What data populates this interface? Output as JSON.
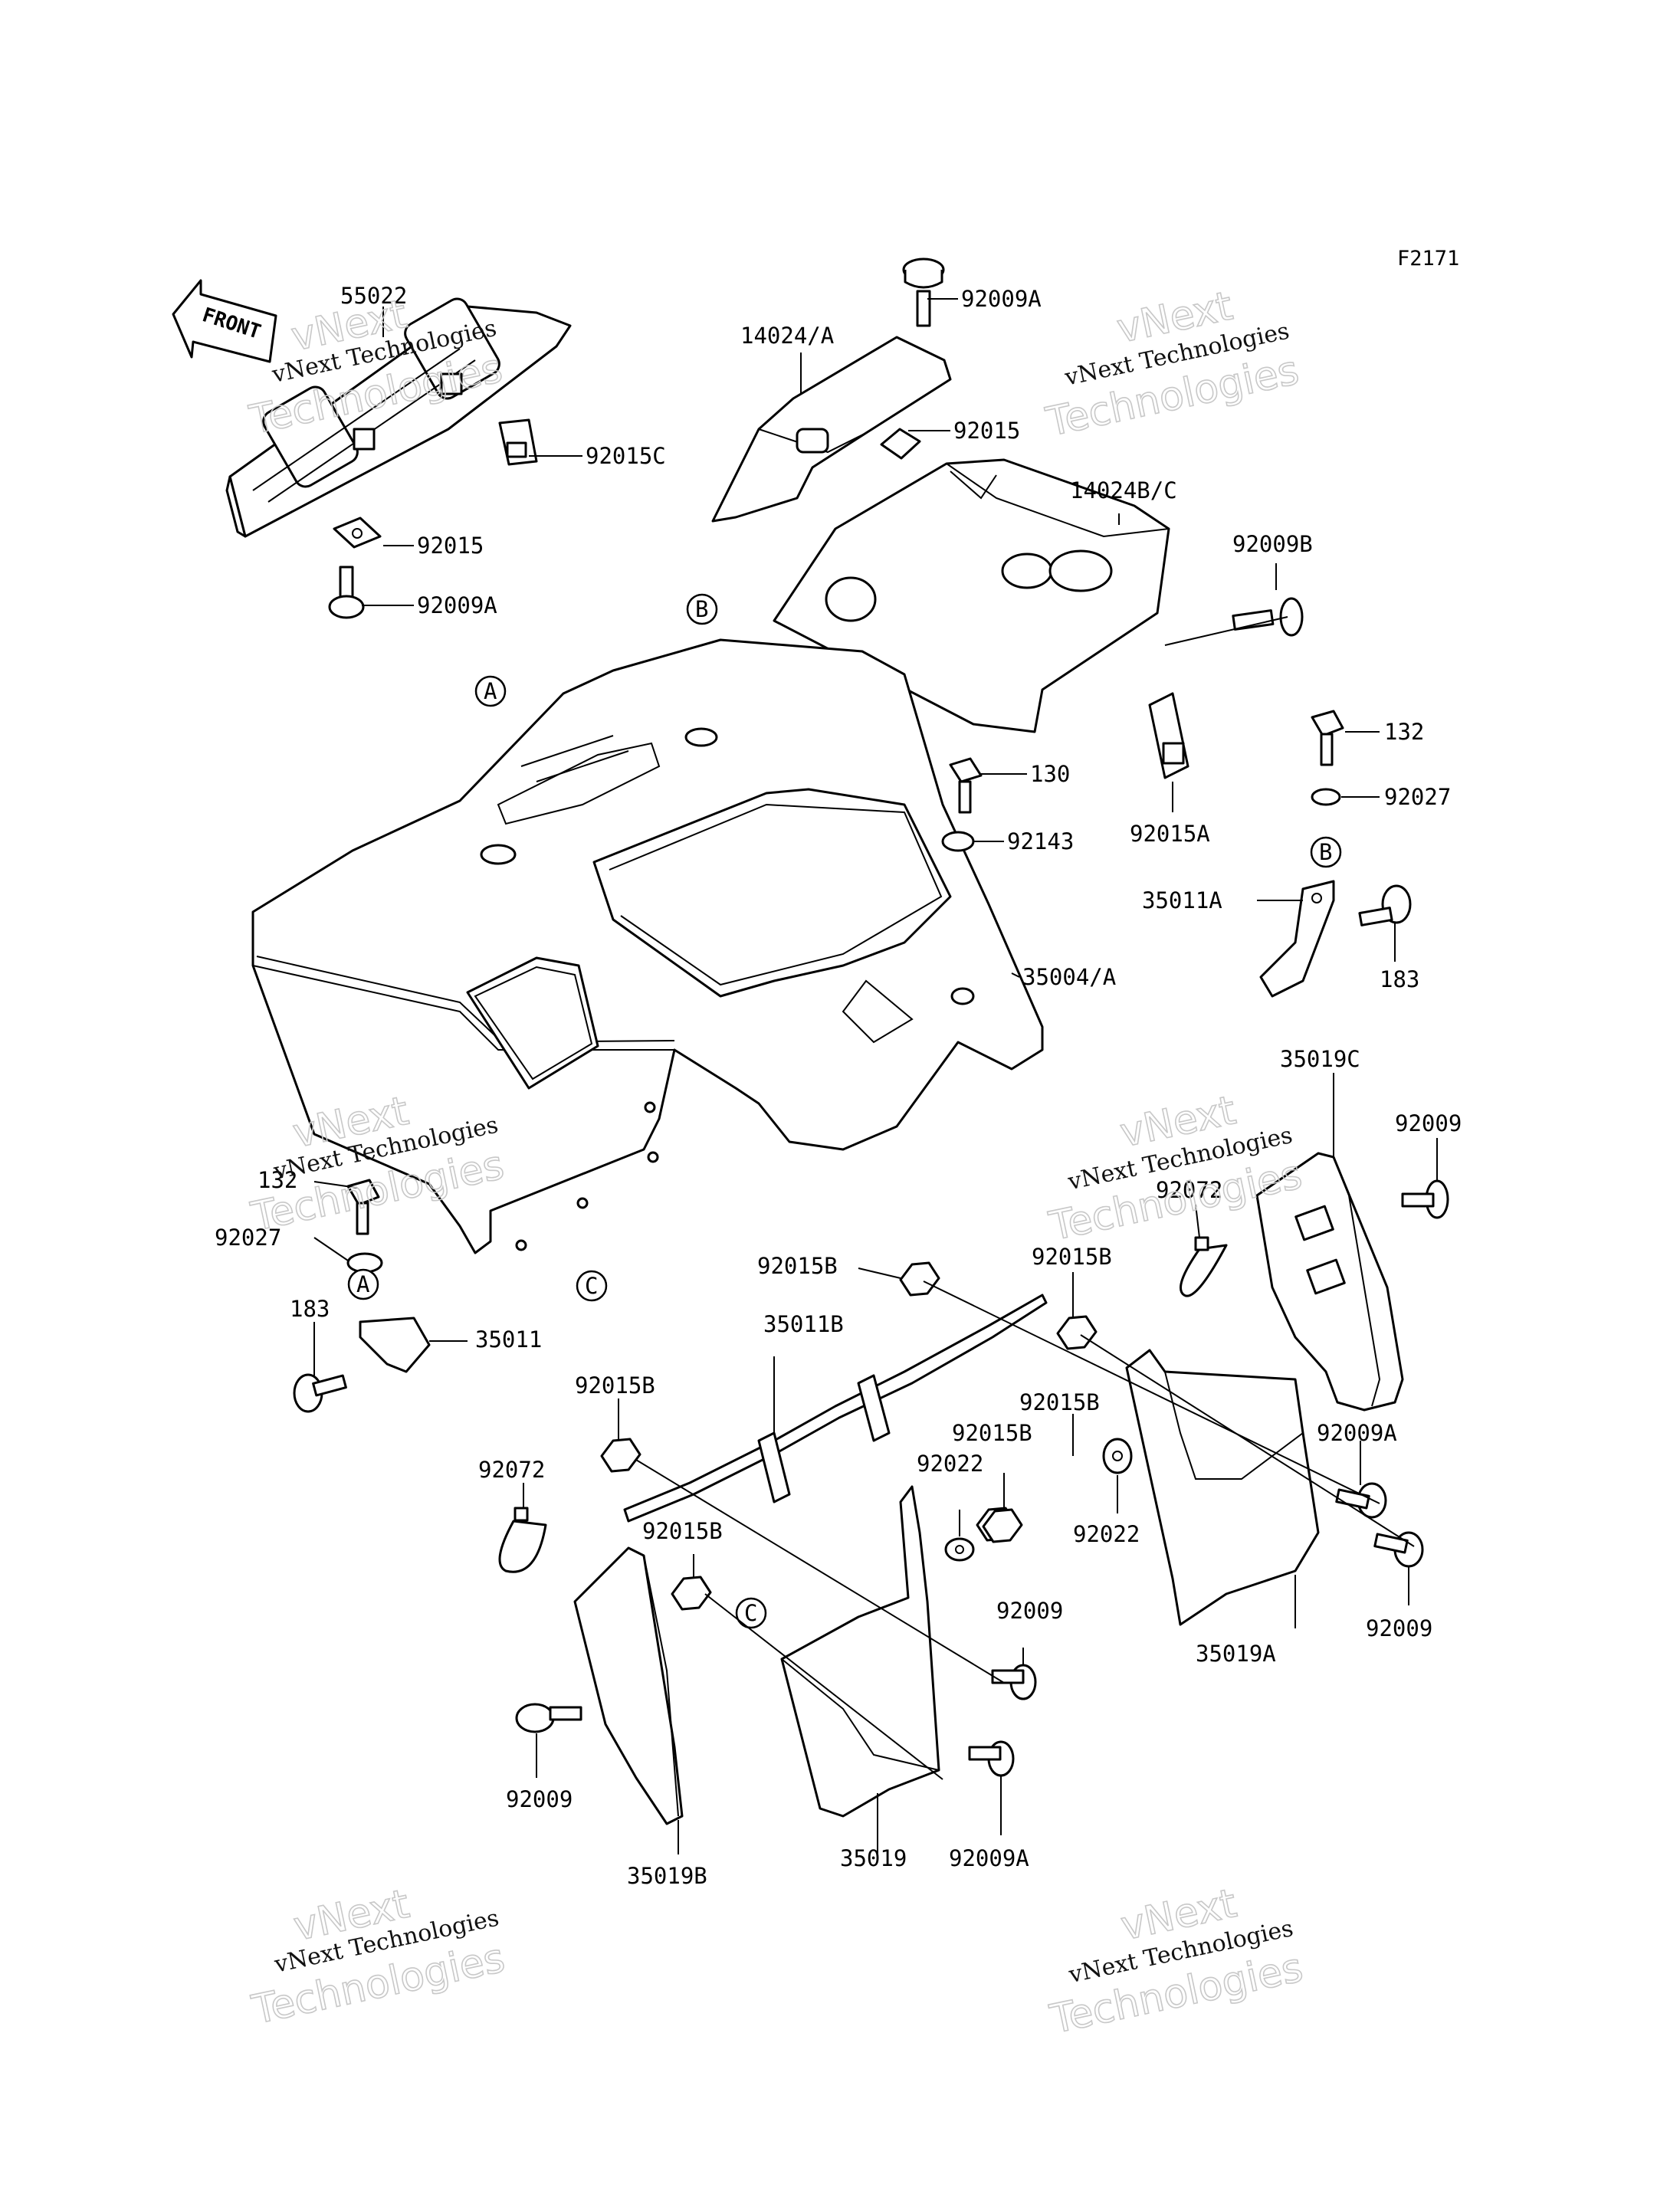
{
  "figure_code": "F2171",
  "front_label": "FRONT",
  "watermark": {
    "line1": "vNext Technologies",
    "line2": "vNext",
    "line3": "Technologies"
  },
  "callouts": {
    "A": "A",
    "B": "B",
    "C": "C"
  },
  "labels": {
    "p55022": "55022",
    "p92015C": "92015C",
    "p92015_left": "92015",
    "p92009A_left": "92009A",
    "p92009A_top": "92009A",
    "p14024A": "14024/A",
    "p92015_top": "92015",
    "p14024BC": "14024B/C",
    "p92009B": "92009B",
    "p132_right": "132",
    "p92027_right": "92027",
    "p130": "130",
    "p92143": "92143",
    "p92015A": "92015A",
    "p35011A": "35011A",
    "p35004A": "35004/A",
    "p183_right": "183",
    "p35019C": "35019C",
    "p92009_r1": "92009",
    "p92072_right": "92072",
    "p132_left": "132",
    "p92027_left": "92027",
    "p183_left": "183",
    "p35011": "35011",
    "p92015B_1": "92015B",
    "p92015B_2": "92015B",
    "p35011B": "35011B",
    "p92015B_3": "92015B",
    "p92015B_4": "92015B",
    "p92015B_5": "92015B",
    "p92022_1": "92022",
    "p92022_2": "92022",
    "p92009A_r": "92009A",
    "p92072_left": "92072",
    "p92015B_6": "92015B",
    "p92009_mid": "92009",
    "p92009_r2": "92009",
    "p35019A": "35019A",
    "p92009_bl": "92009",
    "p35019B": "35019B",
    "p35019": "35019",
    "p92009A_bot": "92009A"
  }
}
